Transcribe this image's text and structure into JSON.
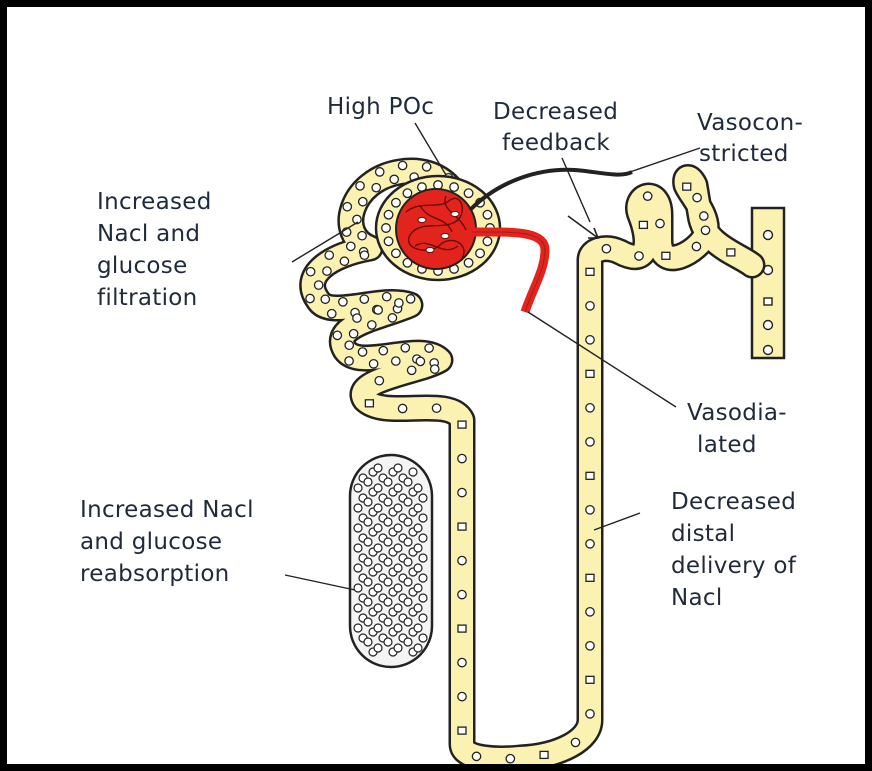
{
  "labels": {
    "high_poc": "High POc",
    "decreased_feedback_1": "Decreased",
    "decreased_feedback_2": "feedback",
    "vasoconstricted_1": "Vasocon-",
    "vasoconstricted_2": "stricted",
    "filtration_1": "Increased",
    "filtration_2": "Nacl and",
    "filtration_3": "glucose",
    "filtration_4": "filtration",
    "vasodialated_1": "Vasodia-",
    "vasodialated_2": "lated",
    "reabsorption_1": "Increased Nacl",
    "reabsorption_2": "and glucose",
    "reabsorption_3": "reabsorption",
    "distal_1": "Decreased",
    "distal_2": "distal",
    "distal_3": "delivery of",
    "distal_4": "Nacl"
  },
  "colors": {
    "tubule_fill": "#fbf2b2",
    "glomerulus": "#e3241d",
    "outline": "#222222"
  }
}
